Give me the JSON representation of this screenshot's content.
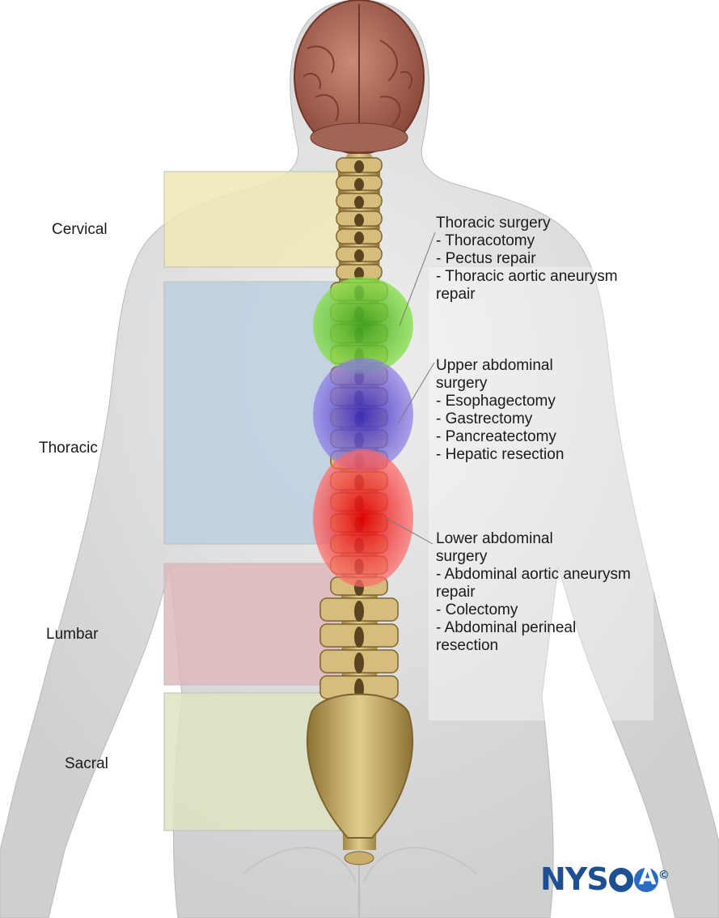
{
  "regions": {
    "cervical": "Cervical",
    "thoracic": "Thoracic",
    "lumbar": "Lumbar",
    "sacral": "Sacral"
  },
  "annotations": {
    "thoracic_surgery": {
      "title": "Thoracic surgery",
      "items": [
        "- Thoracotomy",
        "- Pectus repair",
        "- Thoracic aortic aneurysm",
        "repair"
      ]
    },
    "upper_abdominal": {
      "title": "Upper abdominal",
      "title2": "surgery",
      "items": [
        "- Esophagectomy",
        "- Gastrectomy",
        "- Pancreatectomy",
        "- Hepatic resection"
      ]
    },
    "lower_abdominal": {
      "title": "Lower abdominal",
      "title2": "surgery",
      "items": [
        "- Abdominal aortic aneurysm",
        "repair",
        "- Colectomy",
        "- Abdominal perineal",
        "resection"
      ]
    }
  },
  "logo": {
    "text": "NYSORA",
    "mark": "©"
  },
  "colors": {
    "cervical_box": "#efe7b4",
    "thoracic_box": "#bccfe1",
    "lumbar_box": "#dfb9bd",
    "sacral_box": "#dde4bf",
    "green_zone": "#6fd23a",
    "purple_zone": "#6a4fd6",
    "red_zone": "#ff2020",
    "bone": "#c9ad6a",
    "brain": "#b06e5c",
    "logo_blue": "#1f4f93"
  }
}
